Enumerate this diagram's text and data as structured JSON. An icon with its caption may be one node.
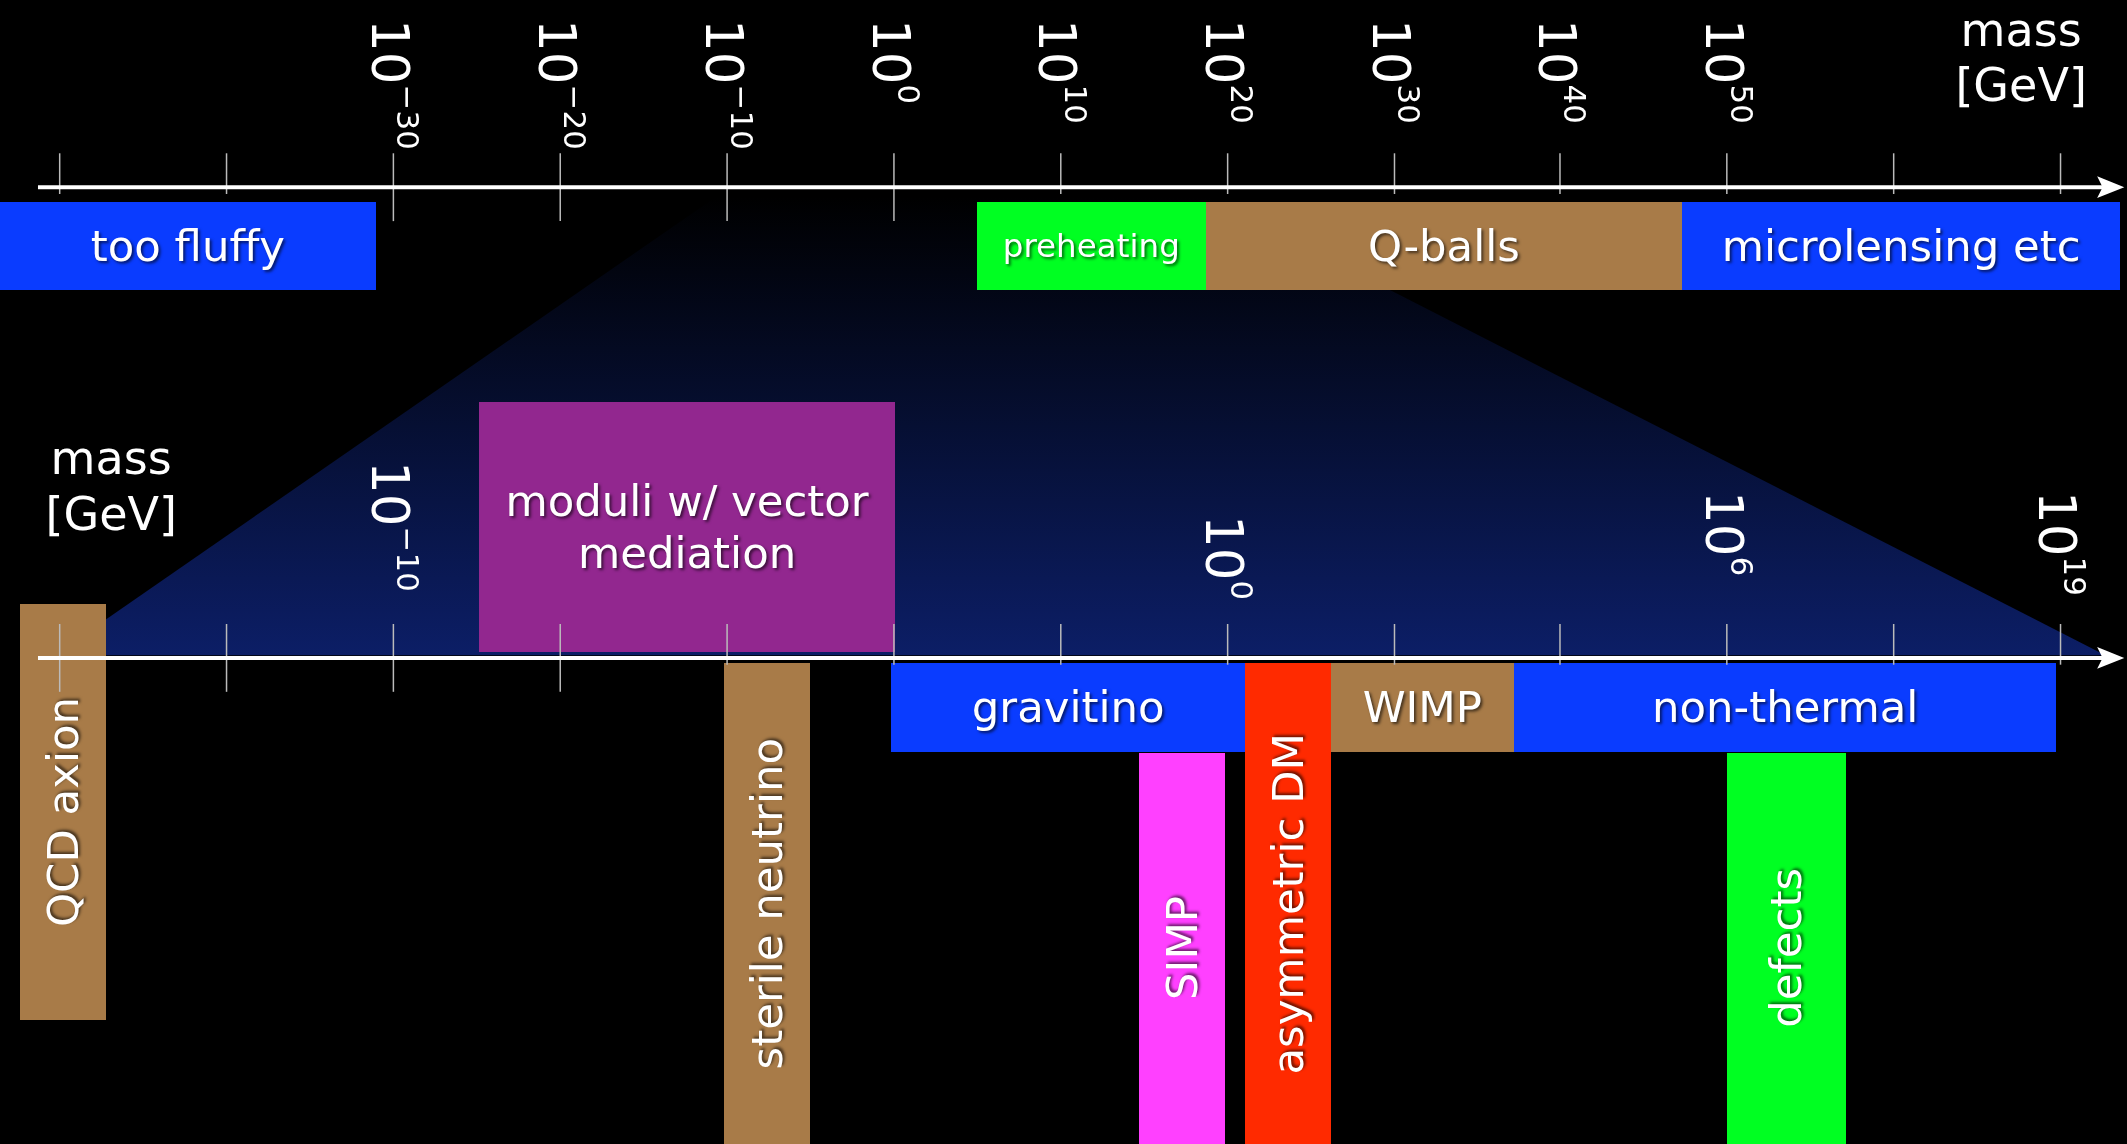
{
  "diagram": {
    "nodes": [
      {
        "text": [
          "too fluffy"
        ]
      },
      {
        "text": [
          "preheating"
        ]
      },
      {
        "text": [
          "Q-balls"
        ]
      },
      {
        "text": [
          "microlensing etc"
        ]
      },
      {
        "text": [
          "QCD axion"
        ]
      },
      {
        "text": [
          "moduli w/ vector mediation"
        ]
      },
      {
        "text": [
          "sterile neutrino"
        ]
      },
      {
        "text": [
          "gravitino"
        ]
      },
      {
        "text": [
          "SIMP"
        ]
      },
      {
        "text": [
          "asymmetric DM"
        ]
      },
      {
        "text": [
          "WIMP"
        ]
      },
      {
        "text": [
          "non-thermal"
        ]
      },
      {
        "text": [
          "defects"
        ]
      }
    ],
    "labels": [
      "10$^{−30}$",
      "10$^{−20}$",
      "10$^{−10}$",
      "10$^{0}$",
      "10$^{10}$",
      "10$^{20}$",
      "10$^{30}$",
      "10$^{40}$",
      "10$^{50}$",
      "mass [GeV]",
      "mass [GeV]",
      "10$^{−10}$",
      "10$^{0}$",
      "10$^{6}$",
      "10$^{19}$"
    ]
  }
}
